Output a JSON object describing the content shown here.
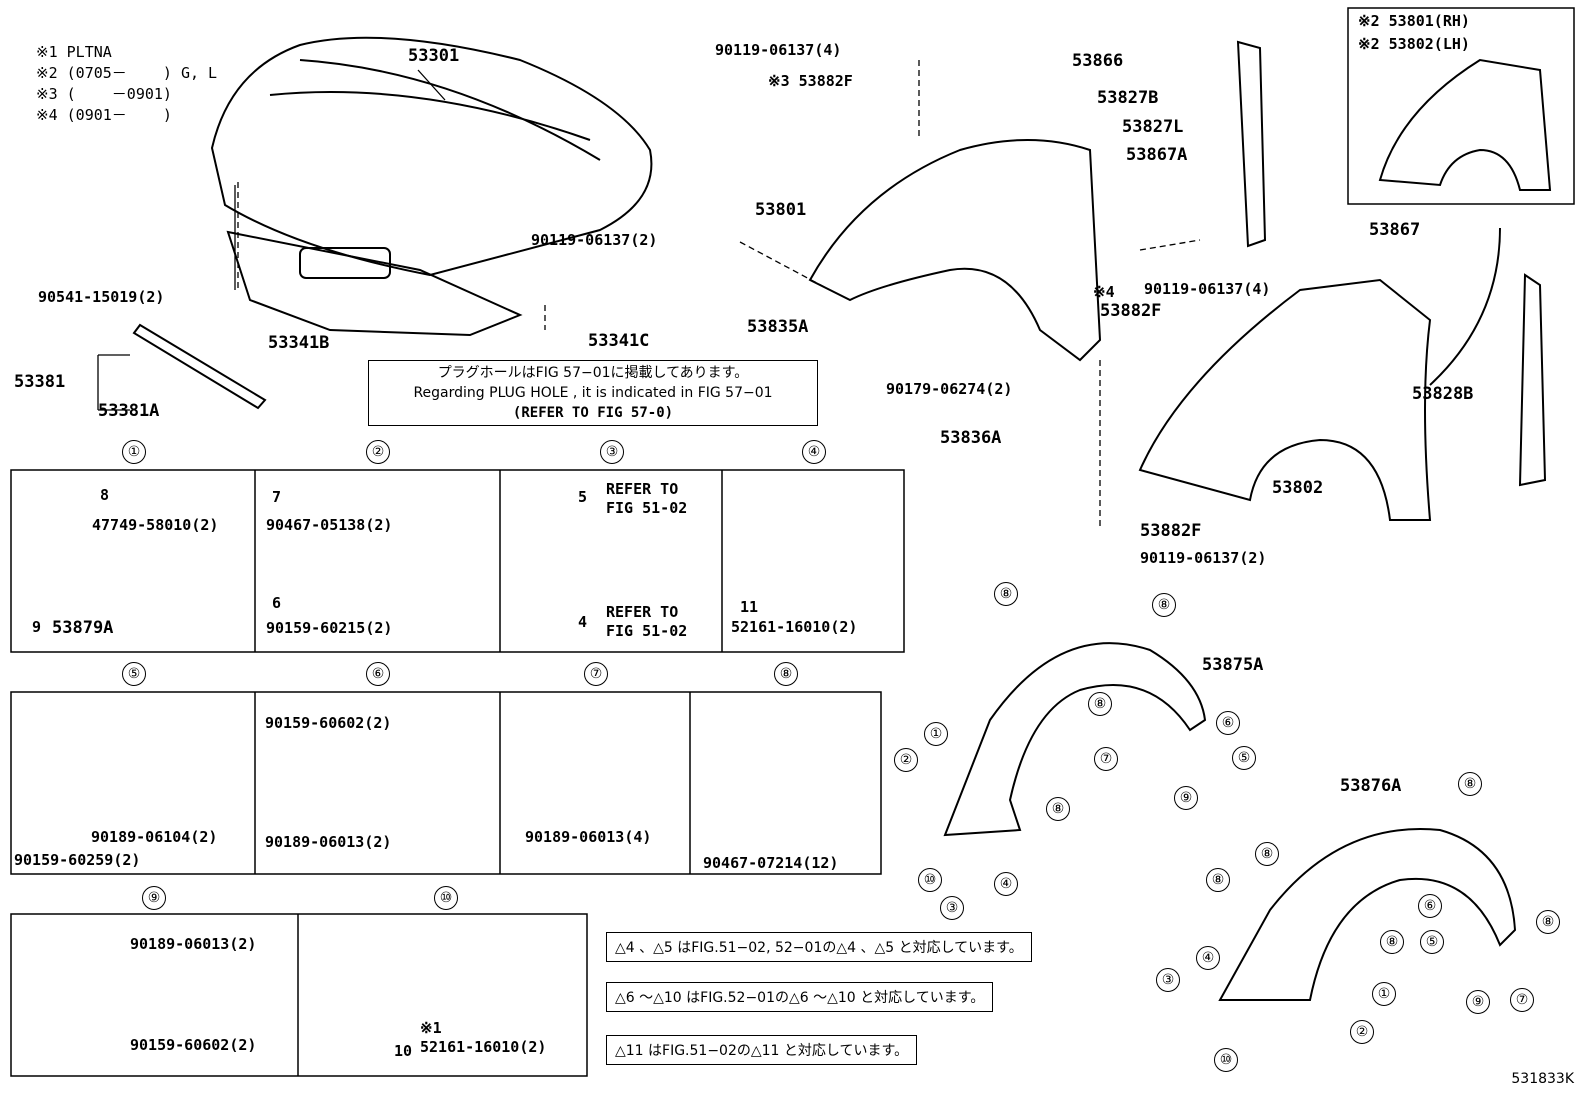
{
  "notes": [
    "※1 PLTNA",
    "※2 (0705－    ) G, L",
    "※3 (    －0901)",
    "※4 (0901－    )"
  ],
  "parts": {
    "p53301": "53301",
    "p53341B": "53341B",
    "p90541": "90541-15019(2)",
    "p53341C": "53341C",
    "p53381": "53381",
    "p53381A": "53381A",
    "p90119a": "90119-06137(4)",
    "p53882Fa": "※3 53882F",
    "p53866": "53866",
    "p53827B": "53827B",
    "p53827L": "53827L",
    "p53867A": "53867A",
    "p53801": "53801",
    "p90119b": "90119-06137(2)",
    "p53882Fb_note": "※4",
    "p90119c": "90119-06137(4)",
    "p53882Fb": "53882F",
    "p53835A": "53835A",
    "p90179": "90179-06274(2)",
    "p53867": "53867",
    "p53828B": "53828B",
    "p53836A": "53836A",
    "p53802": "53802",
    "p53882Fc": "53882F",
    "p90119d": "90119-06137(2)",
    "rh": "※2 53801(RH)",
    "lh": "※2 53802(LH)",
    "p53875A": "53875A",
    "p53876A": "53876A"
  },
  "plug_box": {
    "line1": "プラグホールはFIG 57−01に掲載してあります。",
    "line2": "Regarding PLUG HOLE , it is indicated in FIG 57−01",
    "line3": "(REFER TO FIG 57-0)"
  },
  "details": {
    "d1": {
      "num": "①",
      "t8": "8",
      "a": "47749-58010(2)",
      "t9": "9",
      "b": "53879A"
    },
    "d2": {
      "num": "②",
      "t7": "7",
      "a": "90467-05138(2)",
      "t6": "6",
      "b": "90159-60215(2)"
    },
    "d3": {
      "num": "③",
      "t5": "5",
      "a": "REFER TO\nFIG 51-02",
      "t4": "4",
      "b": "REFER TO\nFIG 51-02"
    },
    "d4": {
      "num": "④",
      "t11": "11",
      "a": "52161-16010(2)"
    },
    "d5": {
      "num": "⑤",
      "a": "90189-06104(2)",
      "b": "90159-60259(2)"
    },
    "d6": {
      "num": "⑥",
      "a": "90159-60602(2)",
      "b": "90189-06013(2)"
    },
    "d7": {
      "num": "⑦",
      "a": "90189-06013(4)"
    },
    "d8": {
      "num": "⑧",
      "a": "90467-07214(12)"
    },
    "d9": {
      "num": "⑨",
      "a": "90189-06013(2)",
      "b": "90159-60602(2)"
    },
    "d10": {
      "num": "⑩",
      "note": "※1",
      "t10": "10",
      "a": "52161-16010(2)"
    }
  },
  "correspondence": {
    "c1": "△4 、△5 はFIG.51−02, 52−01の△4 、△5 と対応しています。",
    "c2": "△6 ～△10 はFIG.52−01の△6 ～△10 と対応しています。",
    "c3": "△11 はFIG.51−02の△11 と対応しています。"
  },
  "liner_callouts": {
    "front": [
      "⑧",
      "⑧",
      "⑧",
      "①",
      "②",
      "⑧",
      "⑦",
      "⑥",
      "⑤",
      "⑨",
      "④",
      "⑩",
      "③"
    ],
    "rear": [
      "⑧",
      "⑧",
      "⑧",
      "⑥",
      "⑧",
      "⑤",
      "④",
      "③",
      "①",
      "②",
      "⑨",
      "⑦",
      "⑩",
      "⑧"
    ]
  },
  "figure_code": "531833K"
}
